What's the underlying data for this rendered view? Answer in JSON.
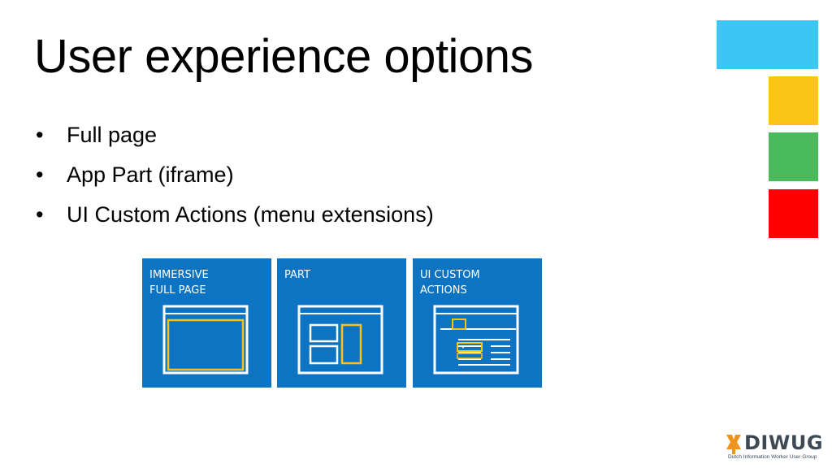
{
  "slide": {
    "title": "User experience options",
    "bullets": [
      "Full page",
      "App Part (iframe)",
      "UI Custom Actions (menu extensions)"
    ],
    "bullet_symbol": "•"
  },
  "tiles": [
    {
      "label": "IMMERSIVE\nFULL PAGE",
      "icon": "full-page-window-icon"
    },
    {
      "label": "PART",
      "icon": "app-part-window-icon"
    },
    {
      "label": "UI CUSTOM\nACTIONS",
      "icon": "custom-actions-window-icon"
    }
  ],
  "logo": {
    "name": "DIWUG",
    "tagline": "Dutch Information Worker User Group",
    "icon": "windmill-icon"
  },
  "colors": {
    "tile_blue": "#0d74c4",
    "accent_yellow": "#ffc20e",
    "deco_blue": "#3cc6f3",
    "deco_yellow": "#fcc419",
    "deco_green": "#4aba5c",
    "deco_red": "#fe0000",
    "logo_orange": "#f0931e",
    "logo_text": "#3d4a55"
  }
}
